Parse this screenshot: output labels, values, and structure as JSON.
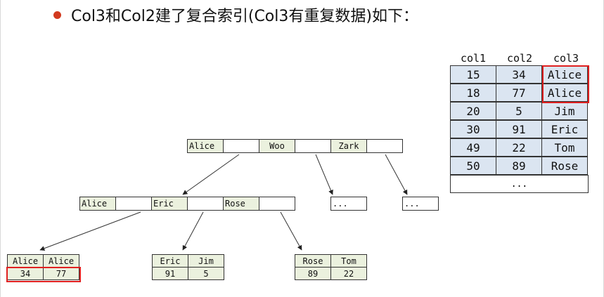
{
  "bullet": {
    "text": "Col3和Col2建了复合索引(Col3有重复数据)如下：",
    "dot_color": "#d23a1f"
  },
  "tree": {
    "root": {
      "keys": [
        "Alice",
        "Woo",
        "Zark"
      ]
    },
    "level2": {
      "keys": [
        "Alice",
        "Eric",
        "Rose"
      ]
    },
    "ellipsis_nodes": [
      "...",
      "..."
    ],
    "leaves": [
      {
        "keys": [
          "Alice",
          "Alice"
        ],
        "values": [
          "34",
          "77"
        ],
        "highlight_values": true
      },
      {
        "keys": [
          "Eric",
          "Jim"
        ],
        "values": [
          "91",
          "5"
        ],
        "highlight_values": false
      },
      {
        "keys": [
          "Rose",
          "Tom"
        ],
        "values": [
          "89",
          "22"
        ],
        "highlight_values": false
      }
    ]
  },
  "table": {
    "headers": [
      "col1",
      "col2",
      "col3"
    ],
    "rows": [
      [
        "15",
        "34",
        "Alice"
      ],
      [
        "18",
        "77",
        "Alice"
      ],
      [
        "20",
        "5",
        "Jim"
      ],
      [
        "30",
        "91",
        "Eric"
      ],
      [
        "49",
        "22",
        "Tom"
      ],
      [
        "50",
        "89",
        "Rose"
      ]
    ],
    "footer": "...",
    "highlight_col3_rows": [
      0,
      1
    ]
  },
  "colors": {
    "key_fill": "#ebf1de",
    "table_fill": "#dbe5f1",
    "highlight": "#e02020"
  }
}
